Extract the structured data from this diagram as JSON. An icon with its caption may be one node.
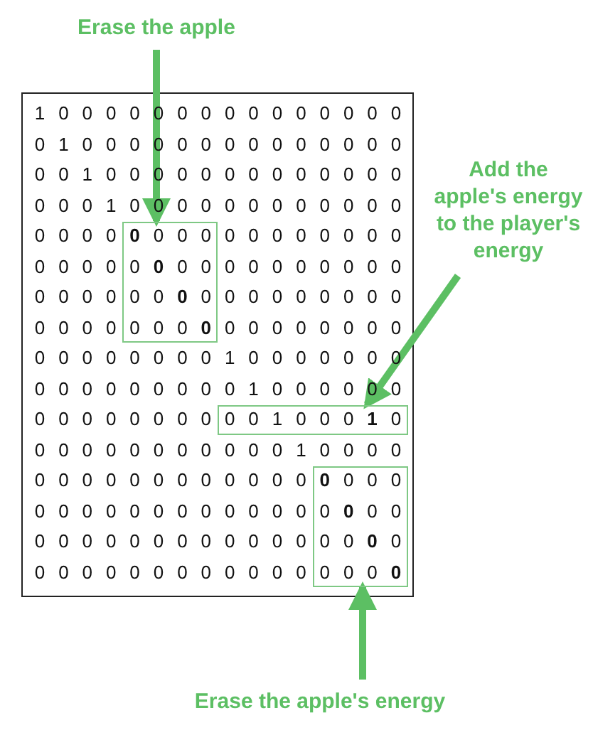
{
  "diagram": {
    "nodes": [
      {
        "text": [
          "Erase the apple"
        ]
      },
      {
        "text": [],
        "shape": "box"
      },
      {
        "text": [
          "Add the apple's energy to the player's energy"
        ]
      },
      {
        "text": [],
        "shape": "box"
      },
      {
        "text": [
          "Erase the apple's energy"
        ]
      },
      {
        "text": [],
        "shape": "box"
      }
    ],
    "edges": [
      {
        "from": 0,
        "to": 1,
        "arrow": "to"
      },
      {
        "from": 2,
        "to": 3,
        "arrow": "to"
      },
      {
        "from": 4,
        "to": 5,
        "arrow": "to"
      }
    ],
    "labels": [
      "1",
      "0",
      "0",
      "0",
      "0",
      "0",
      "0",
      "0",
      "0",
      "0",
      "0",
      "0",
      "0",
      "0",
      "0",
      "0",
      "0",
      "1",
      "0",
      "0",
      "0",
      "0",
      "0",
      "0",
      "0",
      "0",
      "0",
      "0",
      "0",
      "0",
      "0",
      "0",
      "0",
      "0",
      "1",
      "0",
      "0",
      "0",
      "0",
      "0",
      "0",
      "0",
      "0",
      "0",
      "0",
      "0",
      "0",
      "0",
      "0",
      "0",
      "0",
      "1",
      "0",
      "0",
      "0",
      "0",
      "0",
      "0",
      "0",
      "0",
      "0",
      "0",
      "0",
      "0",
      "0",
      "0",
      "0",
      "0",
      "0",
      "0",
      "0",
      "0",
      "0",
      "0",
      "0",
      "0",
      "0",
      "0",
      "0",
      "0",
      "0",
      "0",
      "0",
      "0",
      "0",
      "0",
      "0",
      "0",
      "0",
      "0",
      "0",
      "0",
      "0",
      "0",
      "0",
      "0",
      "0",
      "0",
      "0",
      "0",
      "0",
      "0",
      "0",
      "0",
      "0",
      "0",
      "0",
      "0",
      "0",
      "0",
      "0",
      "0",
      "0",
      "0",
      "0",
      "0",
      "0",
      "0",
      "0",
      "0",
      "0",
      "0",
      "0",
      "0",
      "0",
      "0",
      "0",
      "0",
      "0",
      "0",
      "0",
      "0",
      "0",
      "0",
      "0",
      "0",
      "1",
      "0",
      "0",
      "0",
      "0",
      "0",
      "0",
      "0",
      "0",
      "0",
      "0",
      "0",
      "0",
      "0",
      "0",
      "0",
      "0",
      "1",
      "0",
      "0",
      "0",
      "0",
      "0",
      "0",
      "0",
      "0",
      "0",
      "0",
      "0",
      "0",
      "0",
      "0",
      "0",
      "0",
      "1",
      "0",
      "0",
      "0",
      "1",
      "0",
      "0",
      "0",
      "0",
      "0",
      "0",
      "0",
      "0",
      "0",
      "0",
      "0",
      "0",
      "1",
      "0",
      "0",
      "0",
      "0",
      "0",
      "0",
      "0",
      "0",
      "0",
      "0",
      "0",
      "0",
      "0",
      "0",
      "0",
      "0",
      "0",
      "0",
      "0",
      "0",
      "0",
      "0",
      "0",
      "0",
      "0",
      "0",
      "0",
      "0",
      "0",
      "0",
      "0",
      "0",
      "0",
      "0",
      "0",
      "0",
      "0",
      "0",
      "0",
      "0",
      "0",
      "0",
      "0",
      "0",
      "0",
      "0",
      "0",
      "0",
      "0",
      "0",
      "0",
      "0",
      "0",
      "0",
      "0",
      "0",
      "0",
      "0",
      "0",
      "0",
      "0",
      "0",
      "0",
      "0",
      "0",
      "0",
      "0",
      "0"
    ]
  }
}
